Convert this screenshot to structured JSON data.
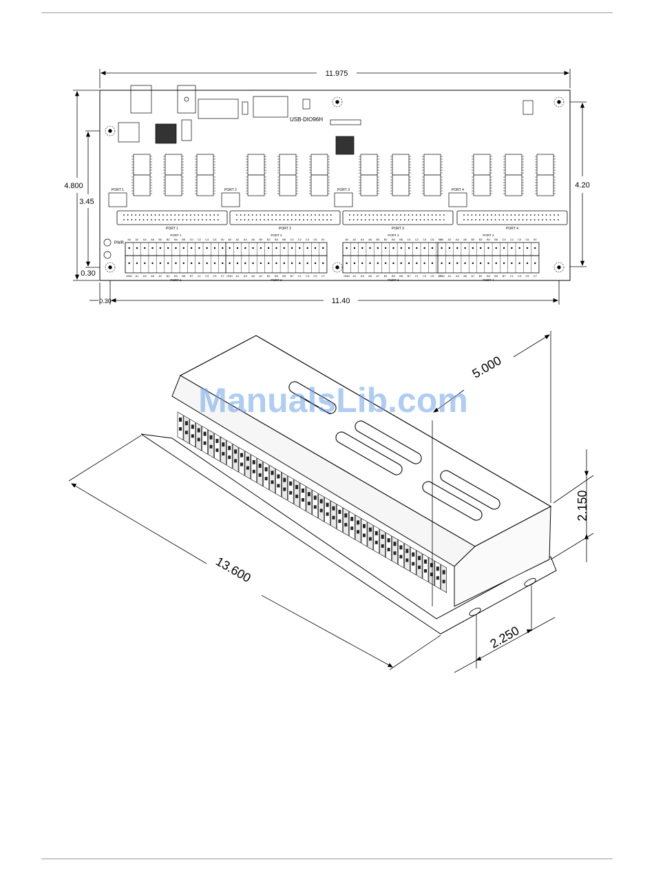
{
  "board": {
    "model_label": "USB-DIO96H",
    "port_labels": [
      "PORT 1",
      "PORT 2",
      "PORT 3",
      "PORT 4"
    ],
    "pwr_label": "PWR",
    "pin_top_row": [
      "A0",
      "A2",
      "A4",
      "A6",
      "B0",
      "B2",
      "B4",
      "B6",
      "C0",
      "C2",
      "C4",
      "C6"
    ],
    "pin_bottom_row": [
      "A1",
      "A3",
      "A5",
      "A7",
      "B1",
      "B3",
      "B5",
      "B7",
      "C1",
      "C3",
      "C5",
      "C7"
    ],
    "pin_5v": "5V",
    "pin_gnd": "GND",
    "dims": {
      "width_overall": "11.975",
      "height_overall": "4.800",
      "height_inner": "4.20",
      "height_mount": "3.45",
      "offset_y": "0.30",
      "offset_x": "0.30",
      "width_mount": "11.40"
    }
  },
  "enclosure": {
    "dims": {
      "length": "13.600",
      "depth": "5.000",
      "height": "2.150",
      "flange": "2.250"
    }
  },
  "watermark": "ManualsLib.com"
}
